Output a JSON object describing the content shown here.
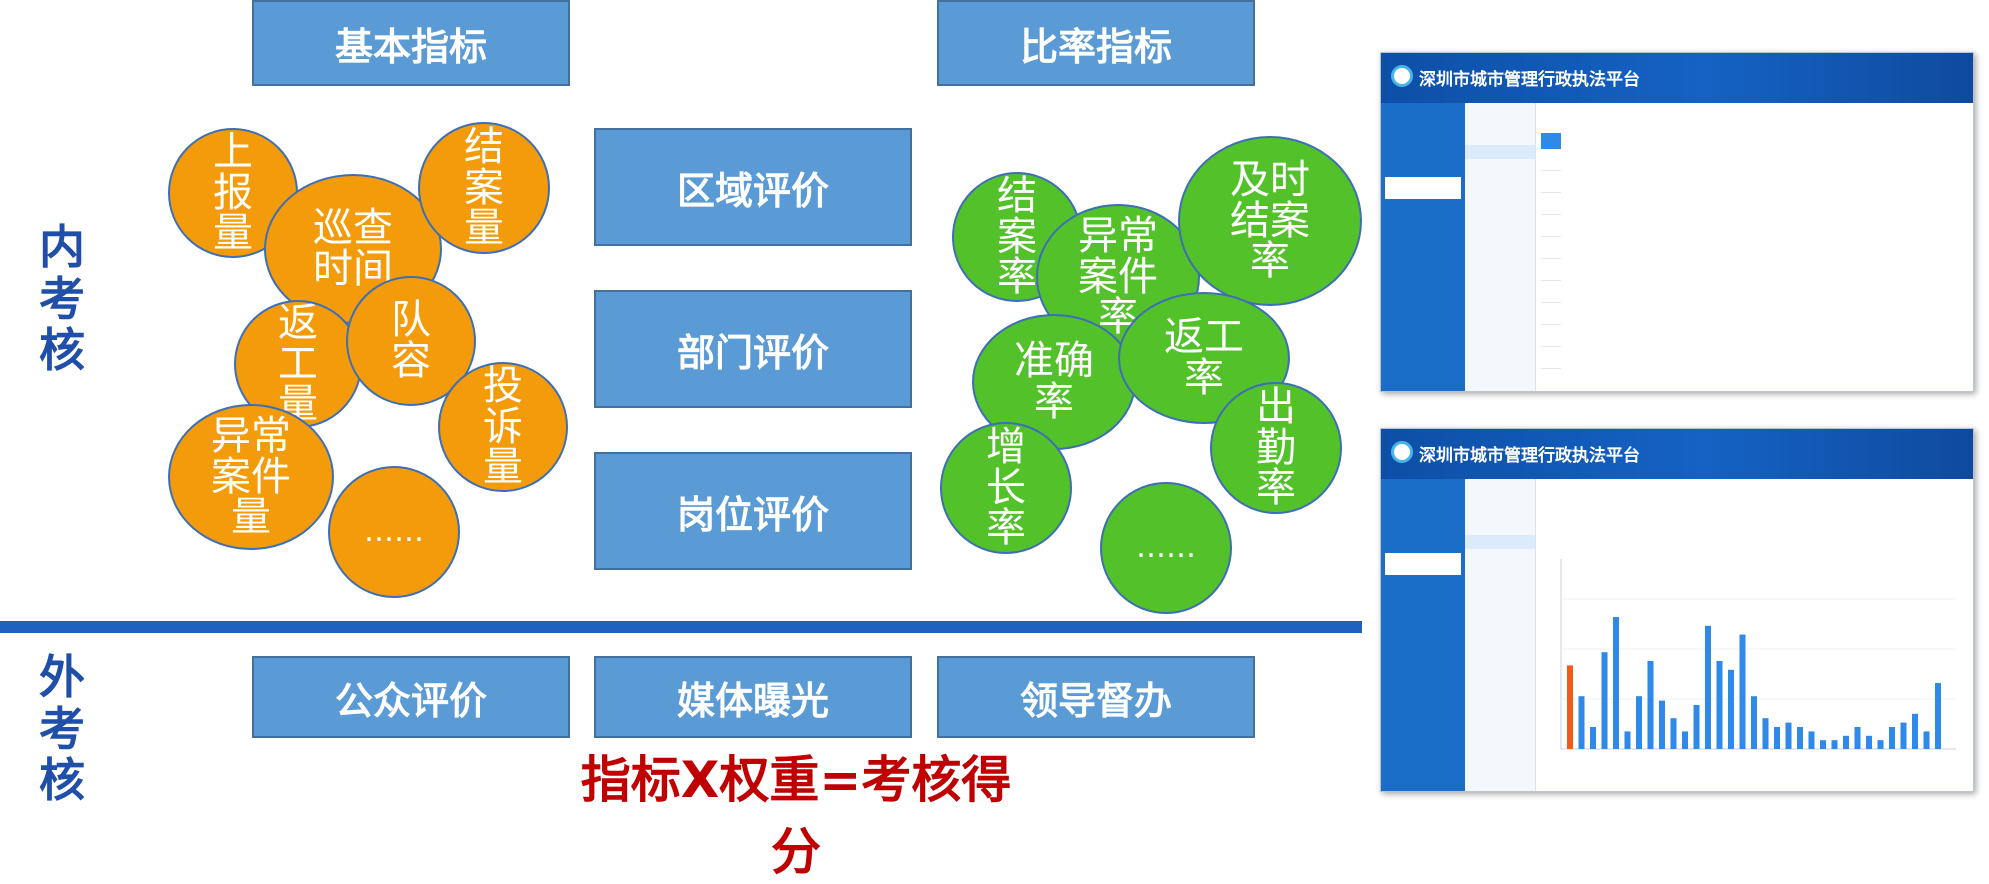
{
  "headers": {
    "basic": "基本指标",
    "ratio": "比率指标"
  },
  "side_labels": {
    "internal": "内\n考\n核",
    "external": "外\n考\n核"
  },
  "basic_circles": [
    {
      "text": "上\n报\n量"
    },
    {
      "text": "巡查\n时间"
    },
    {
      "text": "结\n案\n量"
    },
    {
      "text": "返\n工\n量"
    },
    {
      "text": "队\n容"
    },
    {
      "text": "投\n诉\n量"
    },
    {
      "text": "异常\n案件\n量"
    },
    {
      "text": "……"
    }
  ],
  "evaluations": [
    "区域评价",
    "部门评价",
    "岗位评价"
  ],
  "ratio_circles": [
    {
      "text": "结\n案\n率"
    },
    {
      "text": "异常\n案件\n率"
    },
    {
      "text": "及时\n结案\n率"
    },
    {
      "text": "准确\n率"
    },
    {
      "text": "返工\n率"
    },
    {
      "text": "增\n长\n率"
    },
    {
      "text": "出\n勤\n率"
    },
    {
      "text": "……"
    }
  ],
  "external": [
    "公众评价",
    "媒体曝光",
    "领导督办"
  ],
  "formula": "指标X权重=考核得分",
  "screenshots": {
    "app_title": "深圳市城市管理行政执法平台"
  },
  "colors": {
    "box_blue": "#5b9bd5",
    "orange": "#f39b0a",
    "green": "#52c12a",
    "formula_red": "#c00000",
    "label_blue": "#1f4fa8"
  }
}
